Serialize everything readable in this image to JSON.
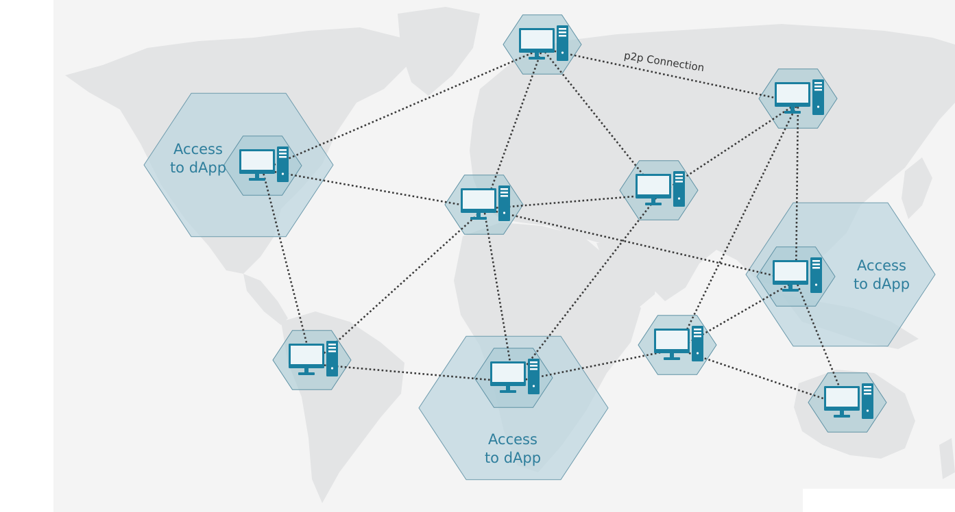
{
  "diagram": {
    "connection_label": "p2p Connection",
    "access_label_line1": "Access",
    "access_label_line2": "to dApp",
    "colors": {
      "background": "#f4f4f4",
      "landmass": "#e3e4e5",
      "access_zone_fill": "#bcd6df",
      "access_zone_stroke": "#6d9aac",
      "node_hex_fill": "#a8c9d4",
      "node_hex_stroke": "#5e91a4",
      "computer_icon": "#1a7f9f",
      "connection_line": "#3a3a3a",
      "access_text": "#2e7e9c"
    },
    "node_icon": "desktop-computer-icon",
    "access_zones": [
      {
        "id": "north-america"
      },
      {
        "id": "africa"
      },
      {
        "id": "east-asia"
      }
    ],
    "nodes": [
      {
        "id": "north-america"
      },
      {
        "id": "scandinavia"
      },
      {
        "id": "siberia"
      },
      {
        "id": "europe"
      },
      {
        "id": "central-asia"
      },
      {
        "id": "east-asia"
      },
      {
        "id": "south-america"
      },
      {
        "id": "africa"
      },
      {
        "id": "india"
      },
      {
        "id": "australia"
      }
    ],
    "connections": [
      [
        "north-america",
        "scandinavia"
      ],
      [
        "north-america",
        "europe"
      ],
      [
        "north-america",
        "south-america"
      ],
      [
        "scandinavia",
        "siberia"
      ],
      [
        "scandinavia",
        "europe"
      ],
      [
        "scandinavia",
        "central-asia"
      ],
      [
        "siberia",
        "central-asia"
      ],
      [
        "siberia",
        "india"
      ],
      [
        "siberia",
        "east-asia"
      ],
      [
        "europe",
        "central-asia"
      ],
      [
        "europe",
        "east-asia"
      ],
      [
        "europe",
        "south-america"
      ],
      [
        "europe",
        "africa"
      ],
      [
        "central-asia",
        "africa"
      ],
      [
        "south-america",
        "africa"
      ],
      [
        "africa",
        "india"
      ],
      [
        "india",
        "east-asia"
      ],
      [
        "india",
        "australia"
      ],
      [
        "east-asia",
        "australia"
      ]
    ]
  }
}
